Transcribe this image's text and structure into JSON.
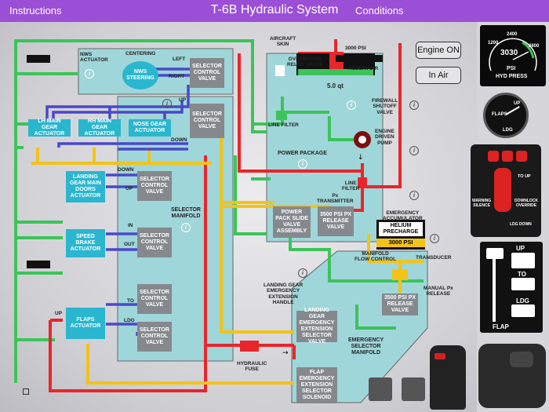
{
  "nav": {
    "instructions": "Instructions",
    "title": "T-6B Hydraulic System",
    "conditions": "Conditions"
  },
  "components": {
    "nws_actuator": "NWS\nACTUATOR",
    "centering": "CENTERING",
    "left": "LEFT",
    "right": "RIGHT",
    "nws_steering": "NWS\nSTEERING",
    "selector_control_valve": "SELECTOR\nCONTROL\nVALVE",
    "up": "UP",
    "down": "DOWN",
    "lh_main_gear": "LH MAIN GEAR\nACTUATOR",
    "rh_main_gear": "RH MAIN GEAR\nACTUATOR",
    "nose_gear": "NOSE GEAR\nACTUATOR",
    "aircraft_skin": "AIRCRAFT\nSKIN",
    "overboard_relief": "OVERBOARD\nRELIEF VALVE",
    "psi_3000_label": "3000 PSI",
    "reservoir": "RESERVOIR",
    "reservoir_qty": "5.0 qt",
    "firewall_shutoff": "FIREWALL\nSHUTOFF\nVALVE",
    "line_filter": "LINE FILTER",
    "engine_pump": "ENGINE\nDRIVEN\nPUMP",
    "power_package": "POWER PACKAGE",
    "line_filter2": "LINE\nFILTER",
    "px_transmitter": "Px\nTRANSMITTER",
    "landing_gear_doors": "LANDING\nGEAR MAIN\nDOORS\nACTUATOR",
    "speed_brake": "SPEED BRAKE\nACTUATOR",
    "in_label": "IN",
    "out_label": "OUT",
    "selector_manifold": "SELECTOR\nMANIFOLD",
    "power_pack_slide": "POWER\nPACK SLIDE\nVALVE\nASSEMBLY",
    "release_3500": "3500 PSI PX\nRELEASE\nVALVE",
    "emergency_accumulator": "EMERGENCY\nACCUMULATOR",
    "helium_precharge": "HELIUM\nPRECHARGE",
    "accumulator_psi": "3000 PSI",
    "manifold_flow_control": "MANIFOLD\nFLOW CONTROL",
    "transducer": "TRANSDUCER",
    "manual_px_release": "MANUAL Px\nRELEASE",
    "lg_emergency_handle": "LANDING GEAR\nEMERGENCY\nEXTENSION\nHANDLE",
    "to_label": "TO",
    "ldg_label": "LDG",
    "up_label": "UP",
    "flaps_actuator": "FLAPS\nACTUATOR",
    "lg_emergency_valve": "LANDING GEAR\nEMERGENCY\nEXTENSION\nSELECTOR\nVALVE",
    "emergency_selector_manifold": "EMERGENCY\nSELECTOR\nMANIFOLD",
    "hydraulic_fuse": "HYDRAULIC\nFUSE",
    "flap_emergency_solenoid": "FLAP\nEMERGENCY\nEXTENSION\nSELECTOR\nSOLENOID"
  },
  "controls": {
    "engine_on": "Engine ON",
    "in_air": "In Air",
    "hyd_press_value": "3030",
    "hyd_press_unit": "PSI",
    "hyd_press_label": "HYD PRESS",
    "gauge_ticks": [
      "1200",
      "2400",
      "3600"
    ],
    "flaps_gauge_label": "FLAPS",
    "flaps_up": "UP",
    "flaps_ldg": "LDG",
    "gear_handle_up": "TO UP",
    "warning_silence": "WARNING\nSILENCE",
    "downlock_override": "DOWNLOCK\nOVERRIDE",
    "ldg_down": "LDG DOWN",
    "flap_up": "UP",
    "flap_to": "TO",
    "flap_ldg": "LDG",
    "flap_title": "FLAP"
  },
  "colors": {
    "red": "#e8262b",
    "green": "#3cc45a",
    "yellow": "#f2c318",
    "blue": "#4b48c9",
    "cyan": "#2ab6cf",
    "teal_bg": "#9fd6d9"
  }
}
